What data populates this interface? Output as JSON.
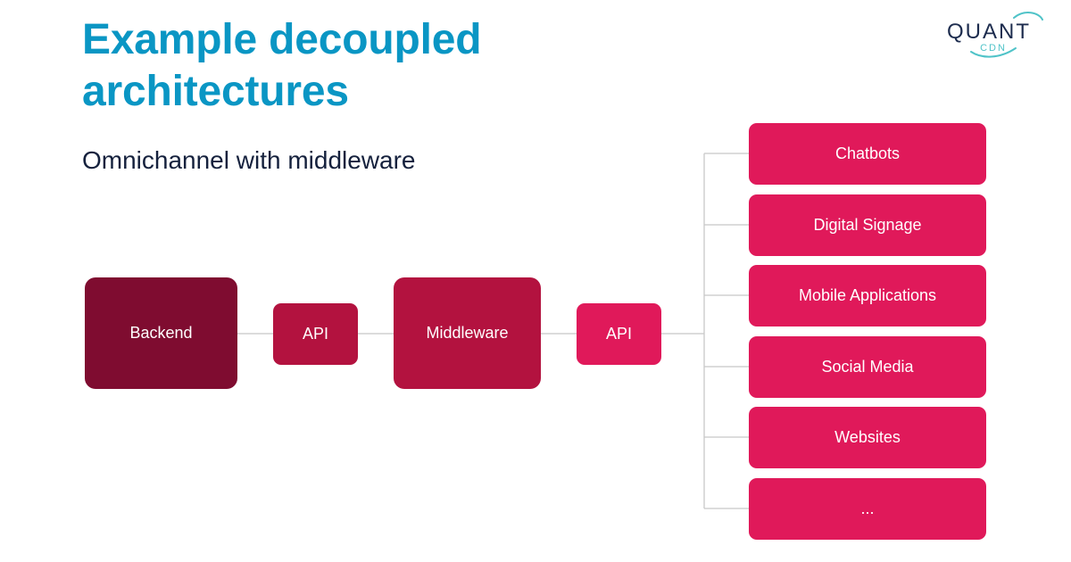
{
  "header": {
    "title": "Example decoupled architectures",
    "subtitle": "Omnichannel with middleware"
  },
  "logo": {
    "primary": "QUANT",
    "secondary": "CDN"
  },
  "diagram": {
    "backend_label": "Backend",
    "api_left_label": "API",
    "middleware_label": "Middleware",
    "api_right_label": "API",
    "channels": [
      "Chatbots",
      "Digital Signage",
      "Mobile Applications",
      "Social Media",
      "Websites",
      "..."
    ]
  },
  "colors": {
    "title": "#0a96c4",
    "subtitle": "#15213d",
    "backend": "#7f0c30",
    "middleware": "#b3123f",
    "channel": "#e0195a",
    "connector": "#c8c8c8",
    "logo_text": "#1d2c4e",
    "logo_accent": "#4fc3c8"
  }
}
